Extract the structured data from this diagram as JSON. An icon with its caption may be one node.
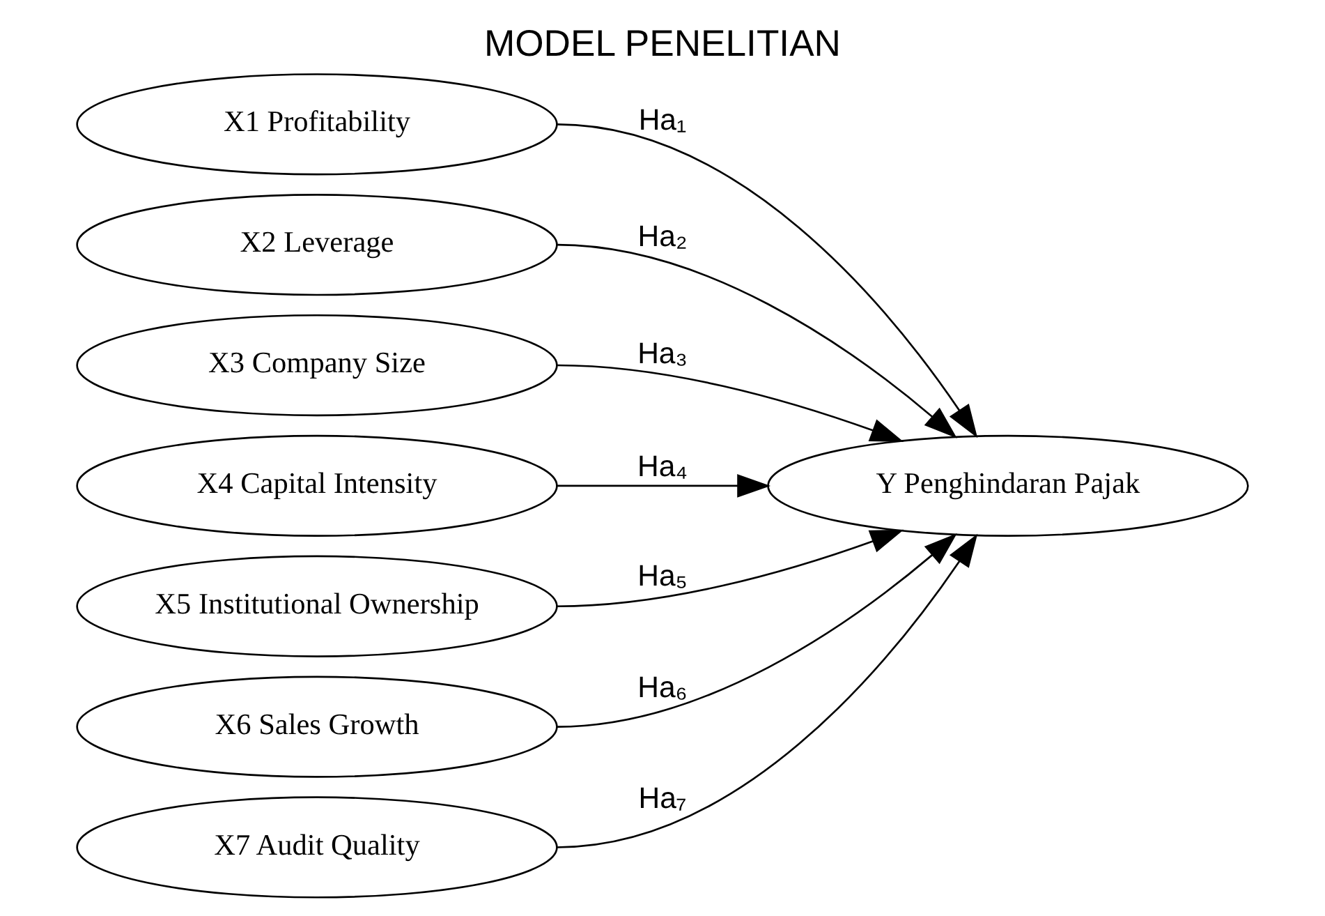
{
  "diagram": {
    "title": "MODEL PENELITIAN",
    "nodes": [
      {
        "text": [
          "X1 Profitability"
        ]
      },
      {
        "text": [
          "X2 Leverage"
        ]
      },
      {
        "text": [
          "X3 Company Size"
        ]
      },
      {
        "text": [
          "X4 Capital Intensity"
        ]
      },
      {
        "text": [
          "X5 Institutional Ownership"
        ]
      },
      {
        "text": [
          "X6 Sales Growth"
        ]
      },
      {
        "text": [
          "X7 Audit Quality"
        ]
      },
      {
        "text": [
          "Y Penghindaran Pajak"
        ]
      }
    ],
    "edges": [
      {
        "from": 0,
        "to": 7,
        "arrow": "to",
        "label": "Ha₁"
      },
      {
        "from": 1,
        "to": 7,
        "arrow": "to",
        "label": "Ha₂"
      },
      {
        "from": 2,
        "to": 7,
        "arrow": "to",
        "label": "Ha₃"
      },
      {
        "from": 3,
        "to": 7,
        "arrow": "to",
        "label": "Ha₄"
      },
      {
        "from": 4,
        "to": 7,
        "arrow": "to",
        "label": "Ha₅"
      },
      {
        "from": 5,
        "to": 7,
        "arrow": "to",
        "label": "Ha₆"
      },
      {
        "from": 6,
        "to": 7,
        "arrow": "to",
        "label": "Ha₇"
      }
    ]
  }
}
